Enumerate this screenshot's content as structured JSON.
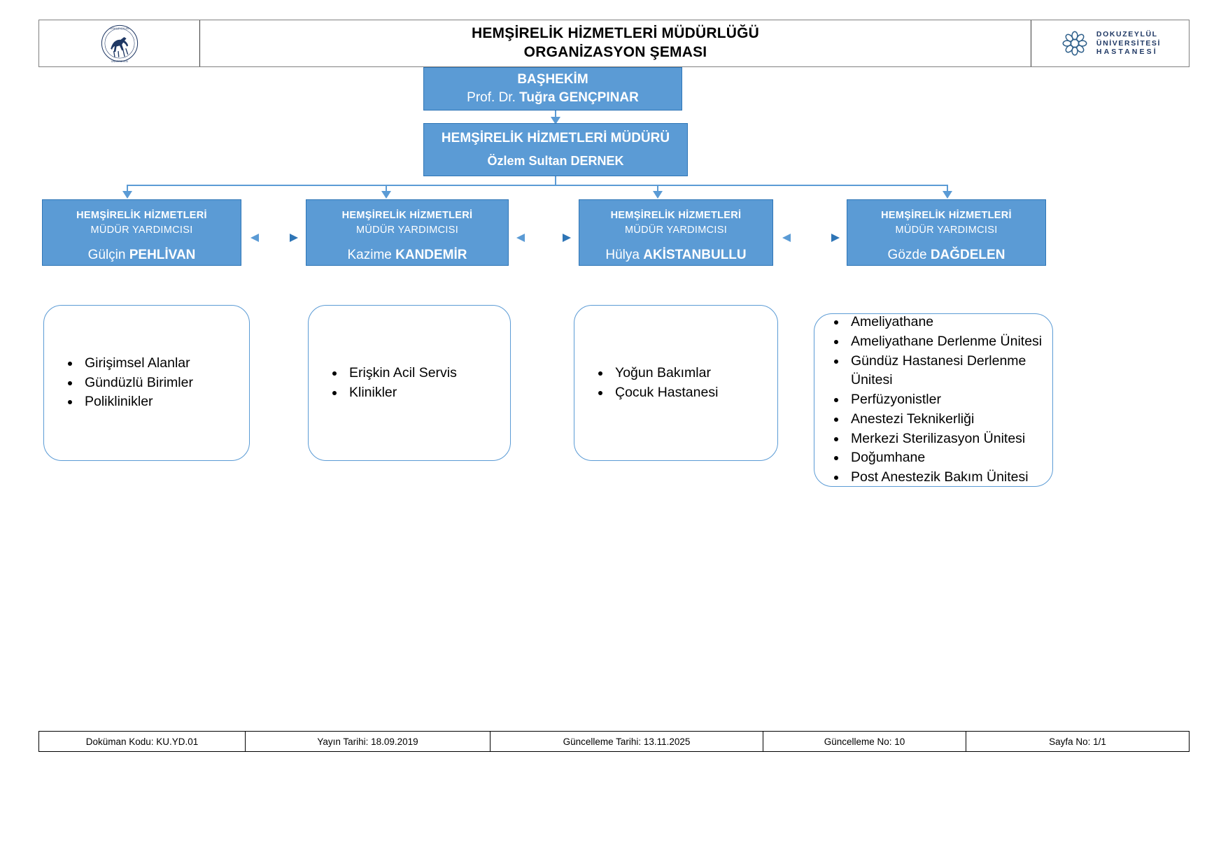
{
  "header": {
    "title_line1": "HEMŞİRELİK HİZMETLERİ MÜDÜRLÜĞÜ",
    "title_line2": "ORGANİZASYON ŞEMASI",
    "left_logo_name": "dokuz-eylul-university-seal",
    "right_logo_name": "dokuzeylul-universitesi-hastanesi-logo",
    "right_logo_text_line1": "DOKUZEYLÜL",
    "right_logo_text_line2": "ÜNİVERSİTESİ",
    "right_logo_text_line3": "HASTANESİ"
  },
  "chief_physician": {
    "title": "BAŞHEKİM",
    "name_prefix": "Prof. Dr. ",
    "name": "Tuğra GENÇPINAR"
  },
  "nursing_director": {
    "title": "HEMŞİRELİK HİZMETLERİ MÜDÜRÜ",
    "name": "Özlem Sultan DERNEK"
  },
  "deputies": [
    {
      "title_line1": "HEMŞİRELİK HİZMETLERİ",
      "title_line2": "MÜDÜR YARDIMCISI",
      "first_name": "Gülçin ",
      "last_name": "PEHLİVAN"
    },
    {
      "title_line1": "HEMŞİRELİK HİZMETLERİ",
      "title_line2": "MÜDÜR YARDIMCISI",
      "first_name": "Kazime ",
      "last_name": "KANDEMİR"
    },
    {
      "title_line1": "HEMŞİRELİK HİZMETLERİ",
      "title_line2": "MÜDÜR YARDIMCISI",
      "first_name": "Hülya ",
      "last_name": "AKİSTANBULLU"
    },
    {
      "title_line1": "HEMŞİRELİK HİZMETLERİ",
      "title_line2": "MÜDÜR YARDIMCISI",
      "first_name": "Gözde ",
      "last_name": "DAĞDELEN"
    }
  ],
  "unit_lists": [
    {
      "items": [
        "Girişimsel Alanlar",
        "Gündüzlü Birimler",
        "Poliklinikler"
      ]
    },
    {
      "items": [
        "Erişkin Acil Servis",
        "Klinikler"
      ]
    },
    {
      "items": [
        "Yoğun Bakımlar",
        "Çocuk Hastanesi"
      ]
    },
    {
      "items": [
        "Ameliyathane",
        "Ameliyathane Derlenme Ünitesi",
        "Gündüz Hastanesi Derlenme Ünitesi",
        "Perfüzyonistler",
        "Anestezi Teknikerliği",
        "Merkezi Sterilizasyon Ünitesi",
        "Doğumhane",
        "Post Anestezik Bakım Ünitesi"
      ]
    }
  ],
  "footer": {
    "document_code": "Doküman Kodu: KU.YD.01",
    "publish_date": "Yayın Tarihi: 18.09.2019",
    "update_date": "Güncelleme Tarihi: 13.11.2025",
    "update_no": "Güncelleme No: 10",
    "page_no": "Sayfa No: 1/1"
  },
  "colors": {
    "box_fill": "#5b9bd5",
    "box_border": "#2e75b6",
    "logo_blue": "#1f3864",
    "connector": "#5b9bd5"
  }
}
